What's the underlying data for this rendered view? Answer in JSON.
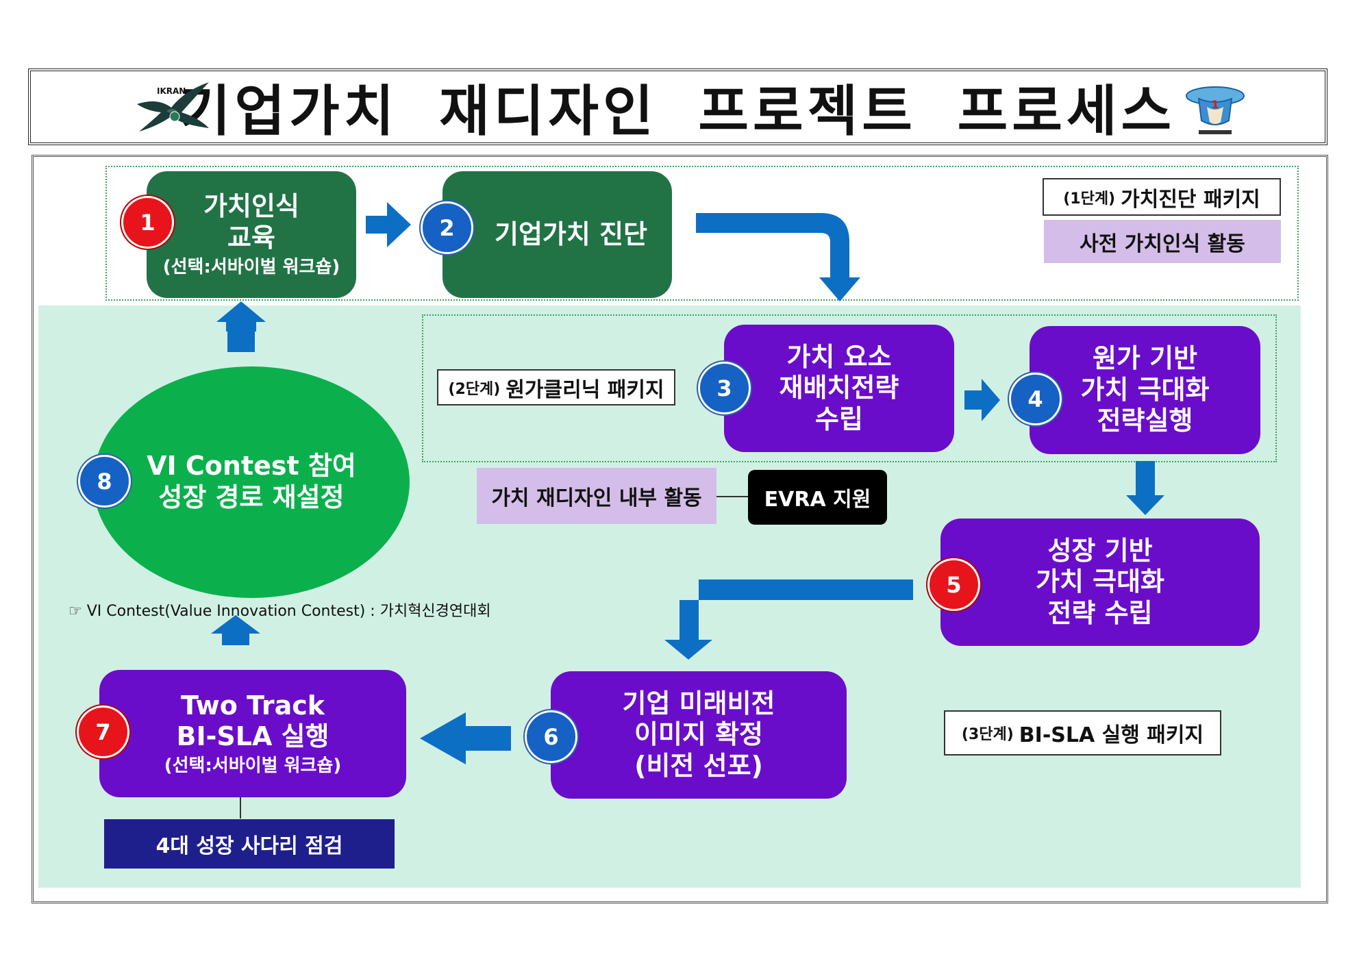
{
  "title": "기업가치 재디자인 프로젝트 프로세스",
  "logo_left_text": "IKRAN",
  "colors": {
    "arrow": "#0d6fc4",
    "dark_green": "#217346",
    "purple": "#6a0dca",
    "green_ellipse": "#0bb04d",
    "red_badge": "#e8141c",
    "blue_badge": "#1661c4",
    "mint_bg": "#d1f0e4",
    "lilac": "#d4bde8",
    "navy": "#1e1f8c"
  },
  "stage1": {
    "tag": "(1단계)",
    "name": "가치진단 패키지",
    "activity": "사전 가치인식 활동"
  },
  "stage2": {
    "tag": "(2단계)",
    "name": "원가클리닉 패키지",
    "activity": "가치 재디자인 내부 활동",
    "support": "EVRA 지원"
  },
  "stage3": {
    "tag": "(3단계)",
    "name": "BI-SLA 실행 패키지"
  },
  "steps": [
    {
      "num": "1",
      "line1": "가치인식",
      "line2": "교육",
      "line3": "(선택:서바이벌 워크숍)"
    },
    {
      "num": "2",
      "line1": "기업가치 진단"
    },
    {
      "num": "3",
      "line1": "가치 요소",
      "line2": "재배치전략",
      "line3": "수립"
    },
    {
      "num": "4",
      "line1": "원가 기반",
      "line2": "가치 극대화",
      "line3": "전략실행"
    },
    {
      "num": "5",
      "line1": "성장 기반",
      "line2": "가치 극대화",
      "line3": "전략 수립"
    },
    {
      "num": "6",
      "line1": "기업 미래비전",
      "line2": "이미지 확정",
      "line3": "(비전 선포)"
    },
    {
      "num": "7",
      "line1": "Two Track",
      "line2": "BI-SLA 실행",
      "line3": "(선택:서바이벌 워크숍)"
    },
    {
      "num": "8",
      "line1": "VI Contest 참여",
      "line2": "성장 경로 재설정"
    }
  ],
  "ladder_check": "4대 성장 사다리 점검",
  "footnote": "☞ VI Contest(Value Innovation Contest) : 가치혁신경연대회"
}
